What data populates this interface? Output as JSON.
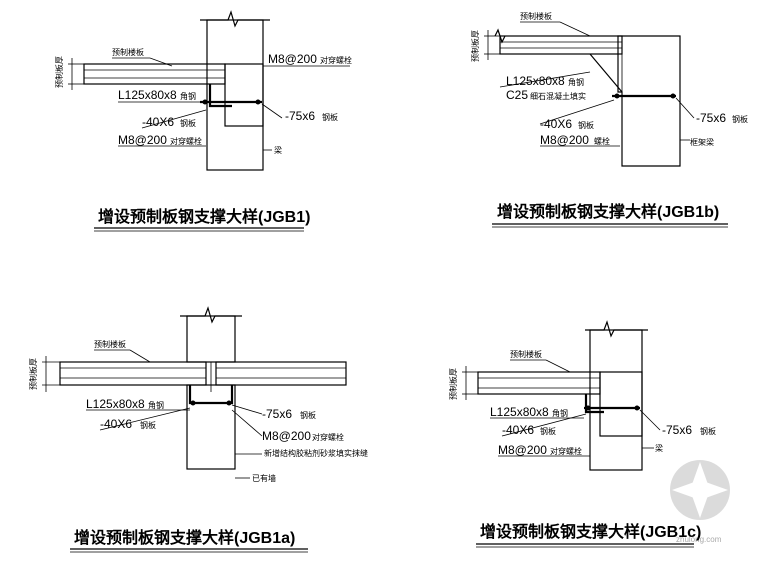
{
  "details": [
    {
      "title": "增设预制板钢支撑大样(JGB1)",
      "slab": "预制楼板",
      "thickness": "预制板厚",
      "annotations": [
        "M8@200",
        "对穿螺栓",
        "L125x80x8",
        "角钢",
        "-40X6",
        "钢板",
        "-75x6",
        "钢板",
        "M8@200",
        "对穿螺栓",
        "梁"
      ]
    },
    {
      "title": "增设预制板钢支撑大样(JGB1b)",
      "slab": "预制楼板",
      "thickness": "预制板厚",
      "annotations": [
        "L125x80x8",
        "角钢",
        "C25",
        "细石混凝土填实",
        "-75x6",
        "钢板",
        "-40X6",
        "钢板",
        "M8@200",
        "螺栓",
        "框架梁"
      ]
    },
    {
      "title": "增设预制板钢支撑大样(JGB1a)",
      "slab": "预制楼板",
      "thickness": "预制板厚",
      "annotations": [
        "L125x80x8",
        "角钢",
        "-75x6",
        "钢板",
        "-40X6",
        "钢板",
        "M8@200",
        "对穿螺栓",
        "新增结构胶粘剂砂浆填实抹缝",
        "已有墙"
      ]
    },
    {
      "title": "增设预制板钢支撑大样(JGB1c)",
      "slab": "预制楼板",
      "thickness": "预制板厚",
      "annotations": [
        "L125x80x8",
        "角钢",
        "-40X6",
        "钢板",
        "-75x6",
        "钢板",
        "M8@200",
        "对穿螺栓",
        "梁"
      ]
    }
  ],
  "watermark": "zhulong.com"
}
